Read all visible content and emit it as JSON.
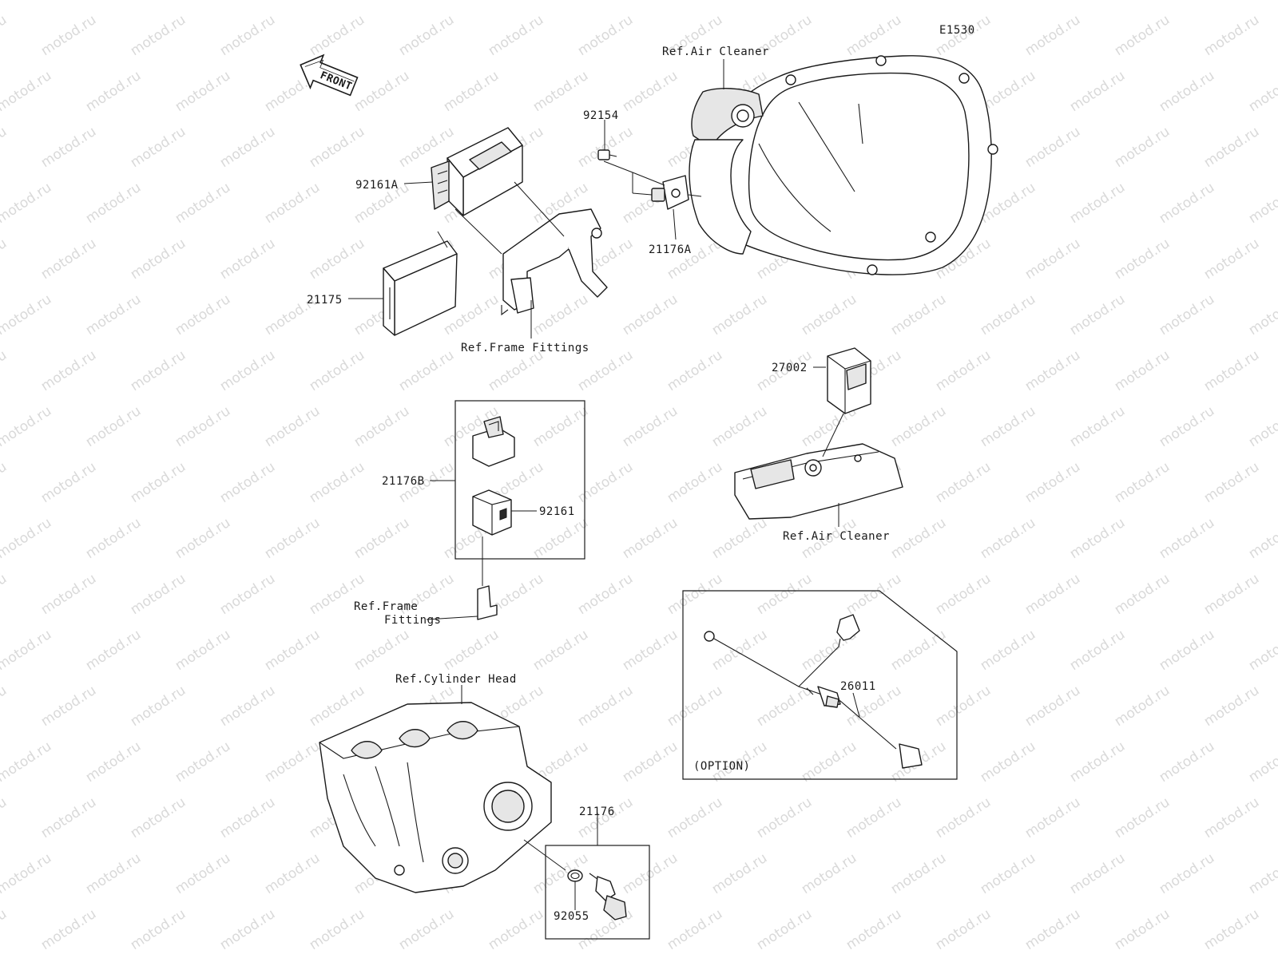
{
  "diagram_code": "E1530",
  "direction_arrow": {
    "text": "FRONT"
  },
  "watermark": {
    "text": "motod.ru"
  },
  "labels": {
    "ref_air_cleaner_top": "Ref.Air Cleaner",
    "p92154": "92154",
    "p92161A": "92161A",
    "p21176A": "21176A",
    "p21175": "21175",
    "ref_frame_fittings_top": "Ref.Frame Fittings",
    "p27002": "27002",
    "ref_air_cleaner_mid": "Ref.Air Cleaner",
    "p21176B": "21176B",
    "p92161": "92161",
    "ref_frame_fittings_mid_1": "Ref.Frame",
    "ref_frame_fittings_mid_2": "Fittings",
    "ref_cylinder_head": "Ref.Cylinder Head",
    "p26011": "26011",
    "option": "(OPTION)",
    "p21176": "21176",
    "p92055": "92055"
  }
}
